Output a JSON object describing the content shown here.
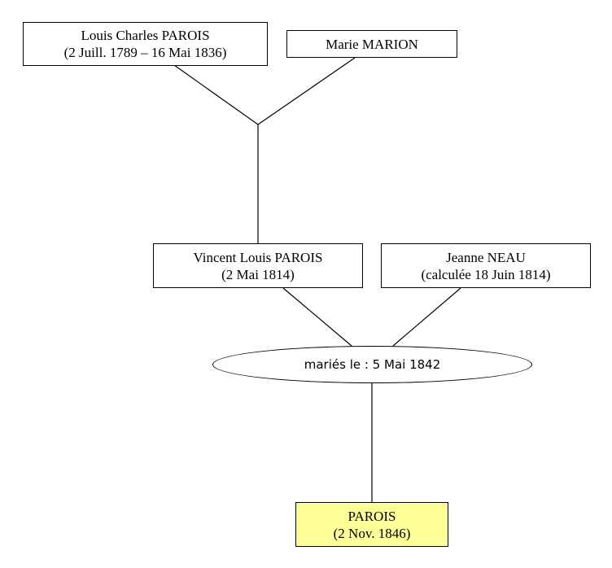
{
  "nodes": {
    "louis_charles": {
      "name": "Louis Charles PAROIS",
      "dates": "(2 Juill. 1789 – 16 Mai 1836)"
    },
    "marie_marion": {
      "name": "Marie MARION"
    },
    "vincent_louis": {
      "name": "Vincent Louis PAROIS",
      "dates": "(2 Mai 1814)"
    },
    "jeanne_neau": {
      "name": "Jeanne NEAU",
      "dates": "(calculée 18 Juin 1814)"
    },
    "marriage": {
      "label": "mariés le : 5 Mai 1842"
    },
    "parois": {
      "name": "PAROIS",
      "dates": "(2 Nov. 1846)"
    }
  },
  "colors": {
    "highlight_fill": "#ffff99",
    "line": "#000000",
    "box_border": "#000000"
  }
}
